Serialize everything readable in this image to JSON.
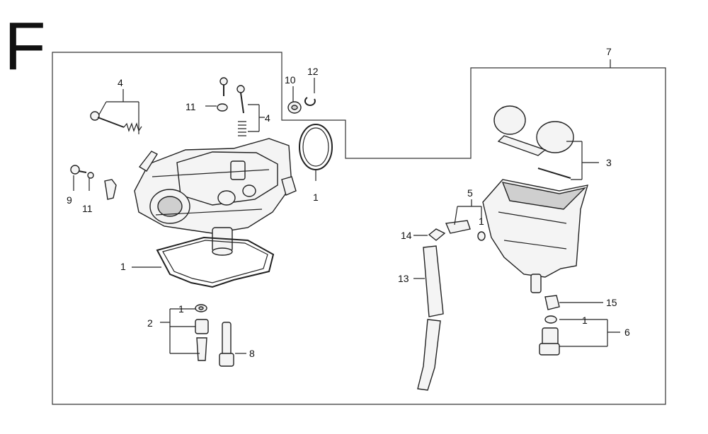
{
  "section": {
    "letter": "F"
  },
  "callouts": {
    "c1_ring": "1",
    "c1_gasket": "1",
    "c1_washer_left": "1",
    "c1_right_needle": "1",
    "c1_right_drain": "1",
    "c2": "2",
    "c3": "3",
    "c4_left": "4",
    "c4_top": "4",
    "c5": "5",
    "c6": "6",
    "c7": "7",
    "c8": "8",
    "c9": "9",
    "c10": "10",
    "c11_top": "11",
    "c11_left": "11",
    "c12": "12",
    "c13": "13",
    "c14": "14",
    "c15": "15"
  }
}
